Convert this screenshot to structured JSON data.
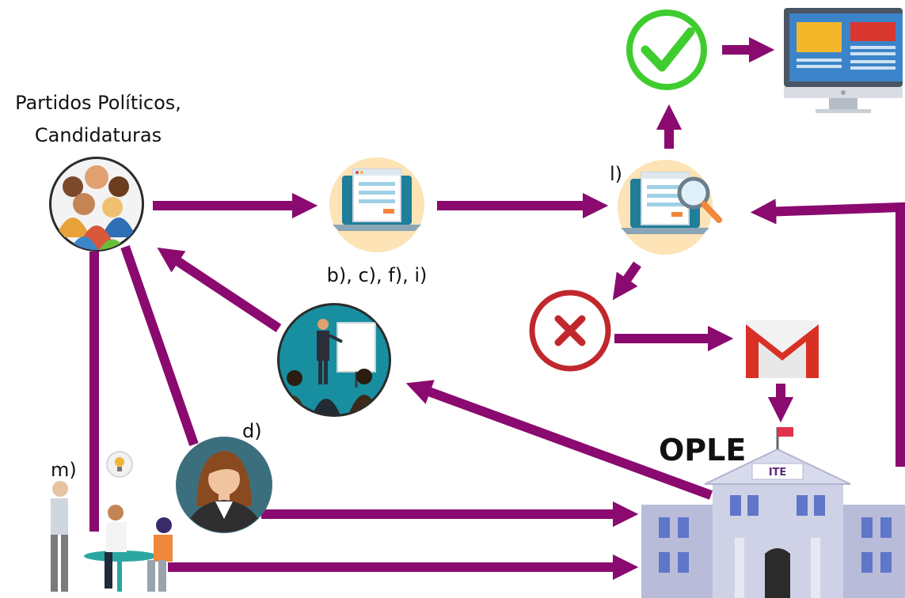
{
  "colors": {
    "arrow": "#8a0a6f",
    "check": "#3fcc2e",
    "cross": "#c0282d",
    "laptop_bg": "#fde3b5",
    "building": "#b9bcd8"
  },
  "nodes": {
    "parties": {
      "label_line1": "Partidos Políticos,",
      "label_line2": "Candidaturas",
      "icon": "group-people-icon"
    },
    "submission": {
      "label": "b), c), f), i)",
      "icon": "laptop-form-icon"
    },
    "review": {
      "label": "l)",
      "icon": "laptop-magnifier-icon"
    },
    "approved": {
      "icon": "check-circle-icon"
    },
    "publish": {
      "icon": "monitor-webpage-icon"
    },
    "rejected": {
      "icon": "cross-circle-icon"
    },
    "email": {
      "icon": "gmail-icon"
    },
    "training": {
      "icon": "presentation-icon"
    },
    "person": {
      "label": "d)",
      "icon": "woman-avatar-icon"
    },
    "meeting": {
      "label": "m)",
      "icon": "meeting-people-icon"
    },
    "ople": {
      "label": "OPLE",
      "sign": "ITE",
      "icon": "ople-building-icon"
    }
  }
}
